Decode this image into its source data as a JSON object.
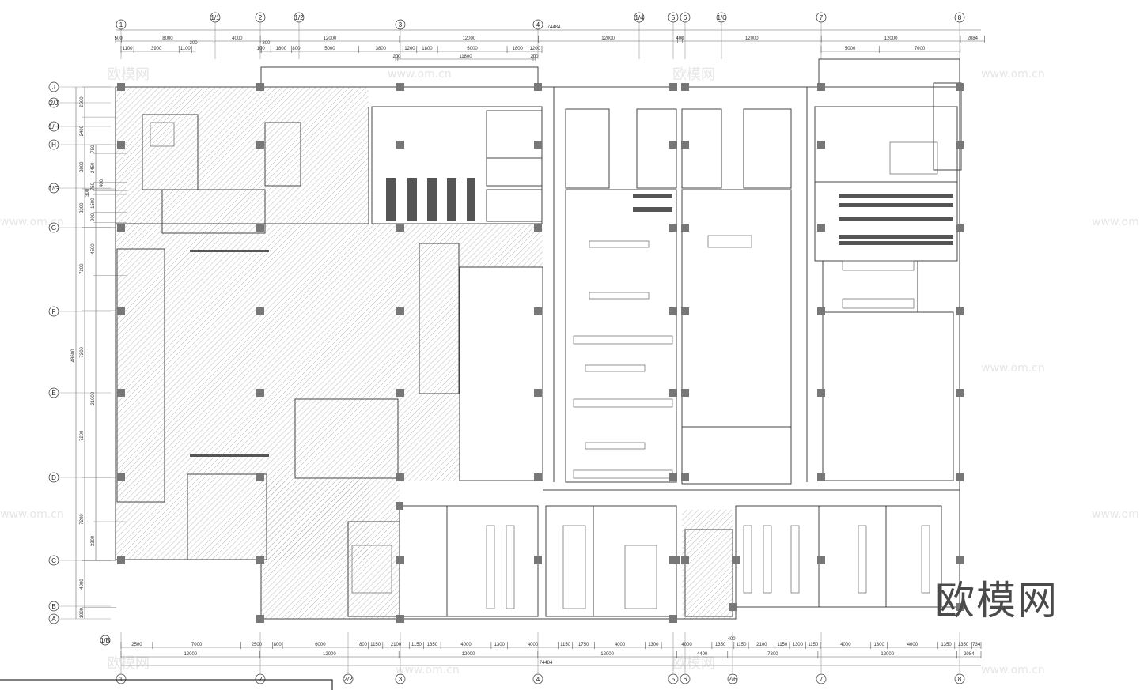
{
  "drawing": {
    "type": "architectural floor plan",
    "line_color": "#555555",
    "column_color": "#777777",
    "hatch_color": "#999999"
  },
  "grid_axes": {
    "columns": [
      "1",
      "1/1",
      "2",
      "1/2",
      "3",
      "4",
      "1/4",
      "5",
      "6",
      "1/6",
      "7",
      "8"
    ],
    "bottom_columns": [
      "1",
      "2",
      "2/2",
      "3",
      "4",
      "5",
      "6",
      "2/6",
      "7",
      "8"
    ],
    "rows": [
      "J",
      "2/J",
      "1/H",
      "H",
      "1/G",
      "G",
      "F",
      "E",
      "D",
      "C",
      "B",
      "A"
    ],
    "bottom_row_tag": "1/B"
  },
  "dimensions": {
    "total_width": "74484",
    "top_row1": [
      "500",
      "8000",
      "4000",
      "12000",
      "12000",
      "12000",
      "400",
      "12000",
      "12000",
      "2084"
    ],
    "top_row2a": [
      "1100",
      "3900",
      "1100",
      "300"
    ],
    "top_row2b": [
      "100",
      "800",
      "1800",
      "800",
      "5000",
      "3800",
      "1200",
      "1800",
      "6000",
      "1800",
      "1200"
    ],
    "top_row2c": [
      "5000",
      "7000"
    ],
    "top_row3": [
      "200",
      "11800",
      "200"
    ],
    "bottom_row1": [
      "2500",
      "7000",
      "2500",
      "800",
      "6000",
      "800",
      "1150",
      "2100",
      "1150",
      "1350",
      "4000",
      "1300",
      "4000",
      "1150",
      "1750",
      "4000",
      "1300",
      "4000",
      "1350",
      "400",
      "1150",
      "2100",
      "1150",
      "1300",
      "1150",
      "4000",
      "1300",
      "4000",
      "1350",
      "1350",
      "734"
    ],
    "bottom_row2": [
      "12000",
      "12000",
      "12000",
      "12000",
      "4400",
      "7800",
      "12000",
      "2084"
    ],
    "left_total": "48600",
    "left_mid": [
      "2600",
      "2400",
      "3800",
      "3300",
      "7200",
      "7200",
      "7200",
      "7200",
      "4000",
      "1000"
    ],
    "left_inner": [
      "750",
      "2450",
      "750",
      "300",
      "1500",
      "900",
      "4500",
      "21000",
      "3300"
    ],
    "left_extra": "400"
  },
  "watermark": {
    "logo": "欧模网",
    "url": "www.om.cn"
  }
}
